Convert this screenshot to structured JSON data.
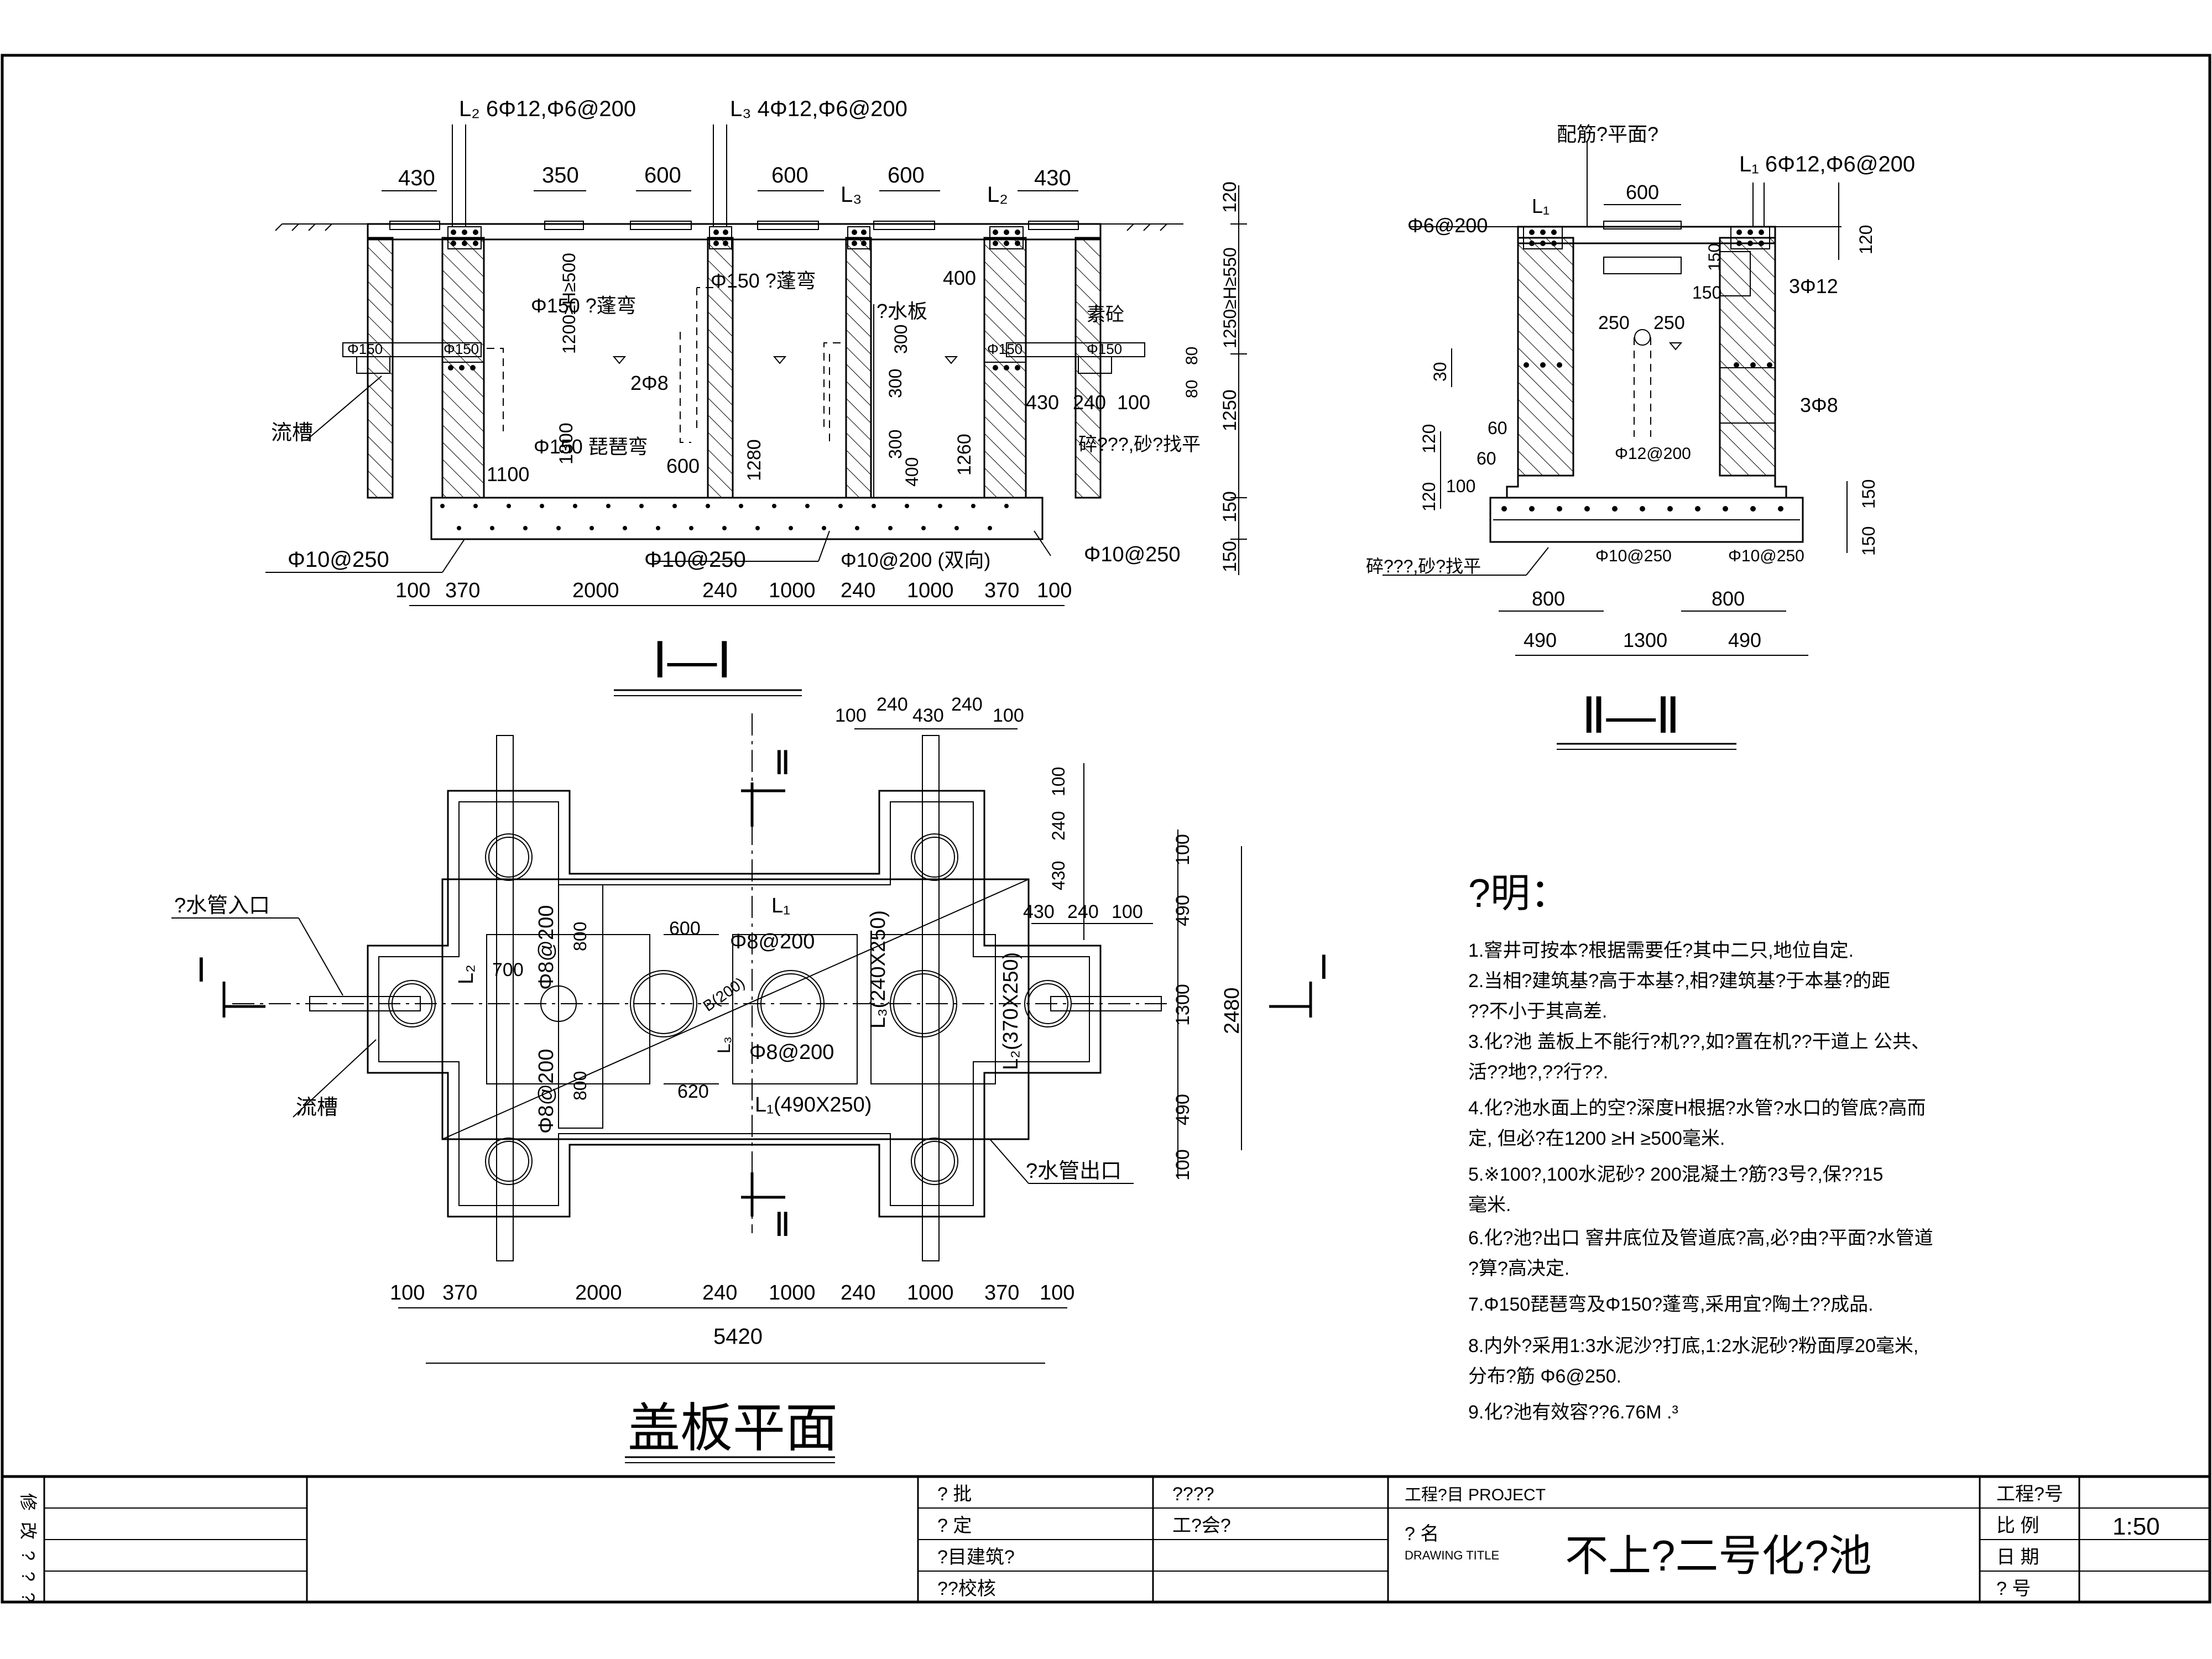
{
  "sec1": {
    "title": "Ⅰ—Ⅰ",
    "labels": {
      "l2": "L₂  6Φ12,Φ6@200",
      "l3": "L₃  4Φ12,Φ6@200",
      "l3b": "L₃",
      "l2b": "L₂",
      "d430a": "430",
      "d350": "350",
      "d600a": "600",
      "d600b": "600",
      "d600c": "600",
      "d430b": "430",
      "p150": "Φ150 ?蓬弯",
      "p150b": "Φ150 ?蓬弯",
      "pipa": "Φ150 琵琶弯",
      "shuiban": "?水板",
      "d400": "400",
      "su": "素砼",
      "phi150l": "Φ150",
      "phi150l2": "Φ150",
      "phi150r": "Φ150",
      "phi150r2": "Φ150",
      "h1": "1200≥H≥500",
      "h2": "1250≥H≥550",
      "d1300": "1300",
      "d1280": "1280",
      "d1260": "1260",
      "d2phi8": "2Φ8",
      "d300a": "300",
      "d300b": "300",
      "d300c": "300",
      "d400b": "400",
      "d1100": "1100",
      "d600d": "600",
      "d430c": "430",
      "d240": "240",
      "d100": "100",
      "gravel": "碎???,砂?找平",
      "liucao": "流槽",
      "phi10a": "Φ10@250",
      "phi10b": "Φ10@250",
      "phi10c": "Φ10@200 (双向)",
      "phi10d": "Φ10@250",
      "v120": "120",
      "v1250": "1250",
      "v150a": "150",
      "v150b": "150",
      "v80a": "80",
      "v80b": "80"
    },
    "bottom_dims": [
      "100",
      "370",
      "2000",
      "240",
      "1000",
      "240",
      "1000",
      "370",
      "100"
    ]
  },
  "sec2": {
    "title": "Ⅱ—Ⅱ",
    "labels": {
      "peijin": "配筋?平面?",
      "l1": "L₁",
      "l1r": "L₁  6Φ12,Φ6@200",
      "d600": "600",
      "phi6": "Φ6@200",
      "d150a": "150",
      "d150b": "150",
      "d3phi12": "3Φ12",
      "d250a": "250",
      "d250b": "250",
      "d3phi8": "3Φ8",
      "d30": "30",
      "d120a": "120",
      "d120b": "120",
      "d120c": "120",
      "d60a": "60",
      "d60b": "60",
      "d100": "100",
      "phi12": "Φ12@200",
      "phi10a": "Φ10@250",
      "phi10b": "Φ10@250",
      "gravel": "碎???,砂?找平",
      "v150a": "150",
      "v150b": "150",
      "d800a": "800",
      "d800b": "800",
      "d490a": "490",
      "d1300": "1300",
      "d490b": "490"
    }
  },
  "plan": {
    "title": "盖板平面",
    "labels": {
      "inlet": "?水管入口",
      "outlet": "?水管出口",
      "liucao": "流槽",
      "secI_l": "Ⅰ",
      "secI_r": "Ⅰ",
      "secII_t": "Ⅱ",
      "secII_b": "Ⅱ",
      "l1": "L₁",
      "l2": "L₂",
      "l3": "L₃",
      "l1b": "L₁(490X250)",
      "l3b": "L₃(240X250)",
      "l2b": "L₂(370X250)",
      "phi8a": "Φ8@200",
      "phi8b": "Φ8@200",
      "phi8c": "Φ8@200",
      "phi8d": "Φ8@200",
      "d700": "700",
      "d600": "600",
      "d620": "620",
      "d800a": "800",
      "d800b": "800",
      "b200": "B(200)",
      "top_d1": "100",
      "top_d2": "240",
      "top_d3": "430",
      "top_d4": "240",
      "top_d5": "100",
      "rv100a": "100",
      "rv240": "240",
      "rv430": "430",
      "rh430": "430",
      "rh240": "240",
      "rh100": "100",
      "r100a": "100",
      "r490a": "490",
      "r1300": "1300",
      "r490b": "490",
      "r100b": "100",
      "r2480": "2480",
      "total": "5420"
    },
    "bottom_dims": [
      "100",
      "370",
      "2000",
      "240",
      "1000",
      "240",
      "1000",
      "370",
      "100"
    ]
  },
  "notes": {
    "heading": "?明：",
    "items": [
      "1.窨井可按本?根据需要任?其中二只,地位自定.",
      "2.当相?建筑基?高于本基?,相?建筑基?于本基?的距",
      "    ??不小于其高差.",
      "3.化?池 盖板上不能行?机??,如?置在机??干道上  公共、",
      "    活??地?,??行??.",
      "4.化?池水面上的空?深度H根据?水管?水口的管底?高而",
      "    定, 但必?在1200 ≥H ≥500毫米.",
      "5.※100?,100水泥砂?  200混凝土?筋?3号?,保??15",
      "    毫米.",
      "6.化?池?出口  窨井底位及管道底?高,必?由?平面?水管道",
      "    ?算?高决定.",
      "7.Φ150琵琶弯及Φ150?蓬弯,采用宜?陶土??成品.",
      "8.内外?采用1:3水泥沙?打底,1:2水泥砂?粉面厚20毫米,",
      "    分布?筋  Φ6@250.",
      "9.化?池有效容??6.76M .³"
    ]
  },
  "title_block": {
    "revision": "修改???",
    "approve": "?    批",
    "review": "?    定",
    "proj_arch": "?目建筑?",
    "check": "??校核",
    "c1": "????",
    "c2": "工?会?",
    "project_label": "工程?目 PROJECT",
    "name_label": "?    名",
    "drawing_title_en": "DRAWING TITLE",
    "drawing_title": "不上?二号化?池",
    "proj_no": "工程?号",
    "scale_label": "比    例",
    "scale": "1:50",
    "date_label": "日    期",
    "no_label": "?    号"
  }
}
